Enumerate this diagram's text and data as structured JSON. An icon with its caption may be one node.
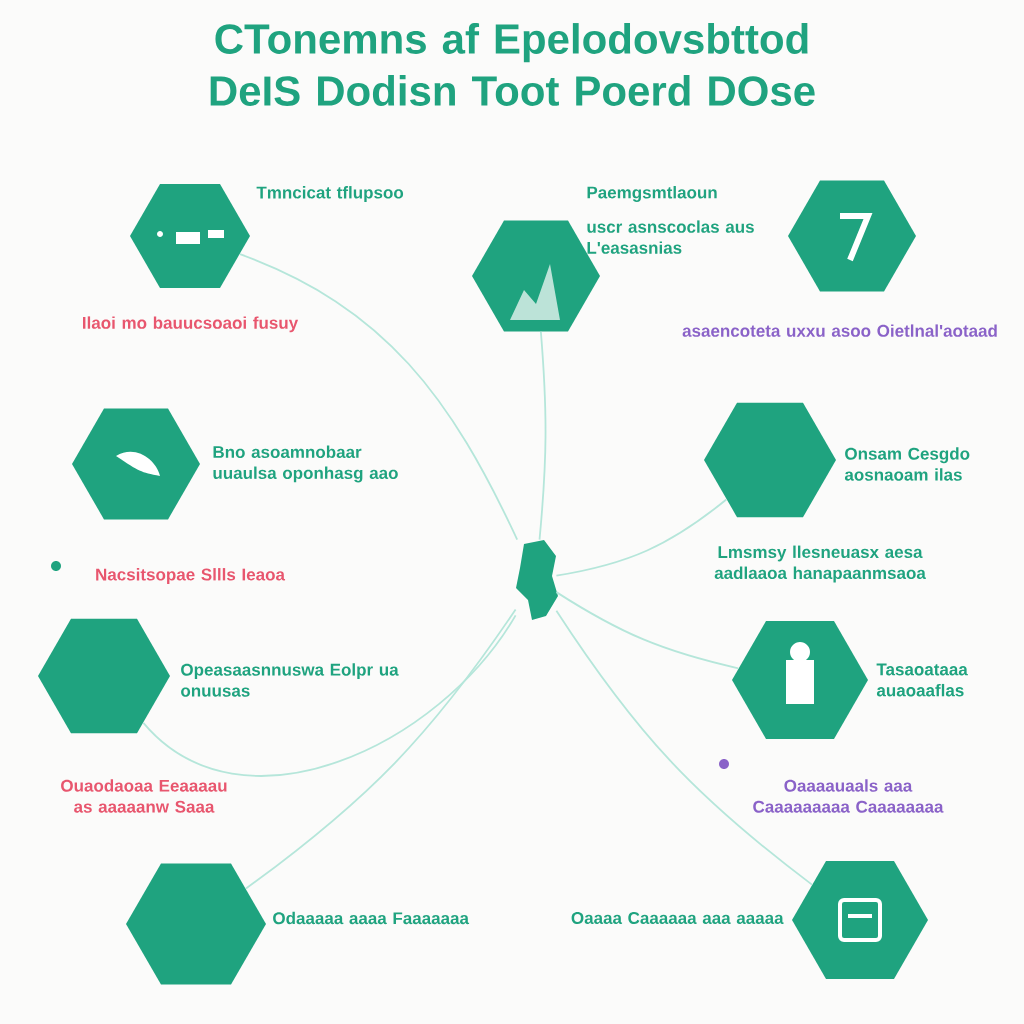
{
  "diagram": {
    "title": "CTonemns af Epelodovsbttod DeIS Dodisn Toot Poerd DOse",
    "nodes": [
      {
        "text": [],
        "shape": "hexagon",
        "beside": [
          "Tmncicat tflupsoo",
          "Ilaoi mo bauucsoaoi fusuy"
        ]
      },
      {
        "text": [],
        "shape": "hexagon",
        "beside": [
          "Paemgsmtlaoun",
          "uscr asnscoclas aus L'easasnias"
        ]
      },
      {
        "text": [],
        "shape": "hexagon",
        "beside": [
          "asaencoteta uxxu asoo Oietlnal'aotaad"
        ]
      },
      {
        "text": [],
        "shape": "hexagon",
        "beside": [
          "Bno asoamnobaar uuaulsa oponhasg aao"
        ]
      },
      {
        "text": [],
        "shape": "hexagon",
        "beside": [
          "Onsam Cesgdo aosnaoam ilas"
        ]
      },
      {
        "text": [],
        "shape": "blob"
      },
      {
        "text": [],
        "shape": "hexagon",
        "beside": [
          "Opeasaasnnuswa Eolpr ua onuusas"
        ]
      },
      {
        "text": [],
        "shape": "hexagon",
        "beside": [
          "Tasaoataaa auaoaaflas"
        ]
      },
      {
        "text": [],
        "shape": "hexagon",
        "beside": [
          "Odaaaaa aaaa Faaaaaaa"
        ]
      },
      {
        "text": [],
        "shape": "hexagon",
        "beside": [
          "Oaaaa Caaaaaa aaa aaaaa"
        ]
      }
    ],
    "edges": [
      {
        "from": 5,
        "to": 0,
        "arrow": "none"
      },
      {
        "from": 5,
        "to": 1,
        "arrow": "none"
      },
      {
        "from": 5,
        "to": 4,
        "arrow": "none"
      },
      {
        "from": 5,
        "to": 6,
        "arrow": "none"
      },
      {
        "from": 5,
        "to": 7,
        "arrow": "none"
      },
      {
        "from": 5,
        "to": 8,
        "arrow": "none"
      },
      {
        "from": 5,
        "to": 9,
        "arrow": "none"
      }
    ],
    "labels": [
      "Nacsitsopae Sllls Ieaoa",
      "Lmsmsy llesneuasx aesa aadlaaoa hanapaanmsaoa",
      "Ouaodaoaa Eeaaaau as aaaaanw Saaa",
      "Oaaaauaals aaa Caaaaaaaaa Caaaaaaaa"
    ]
  }
}
